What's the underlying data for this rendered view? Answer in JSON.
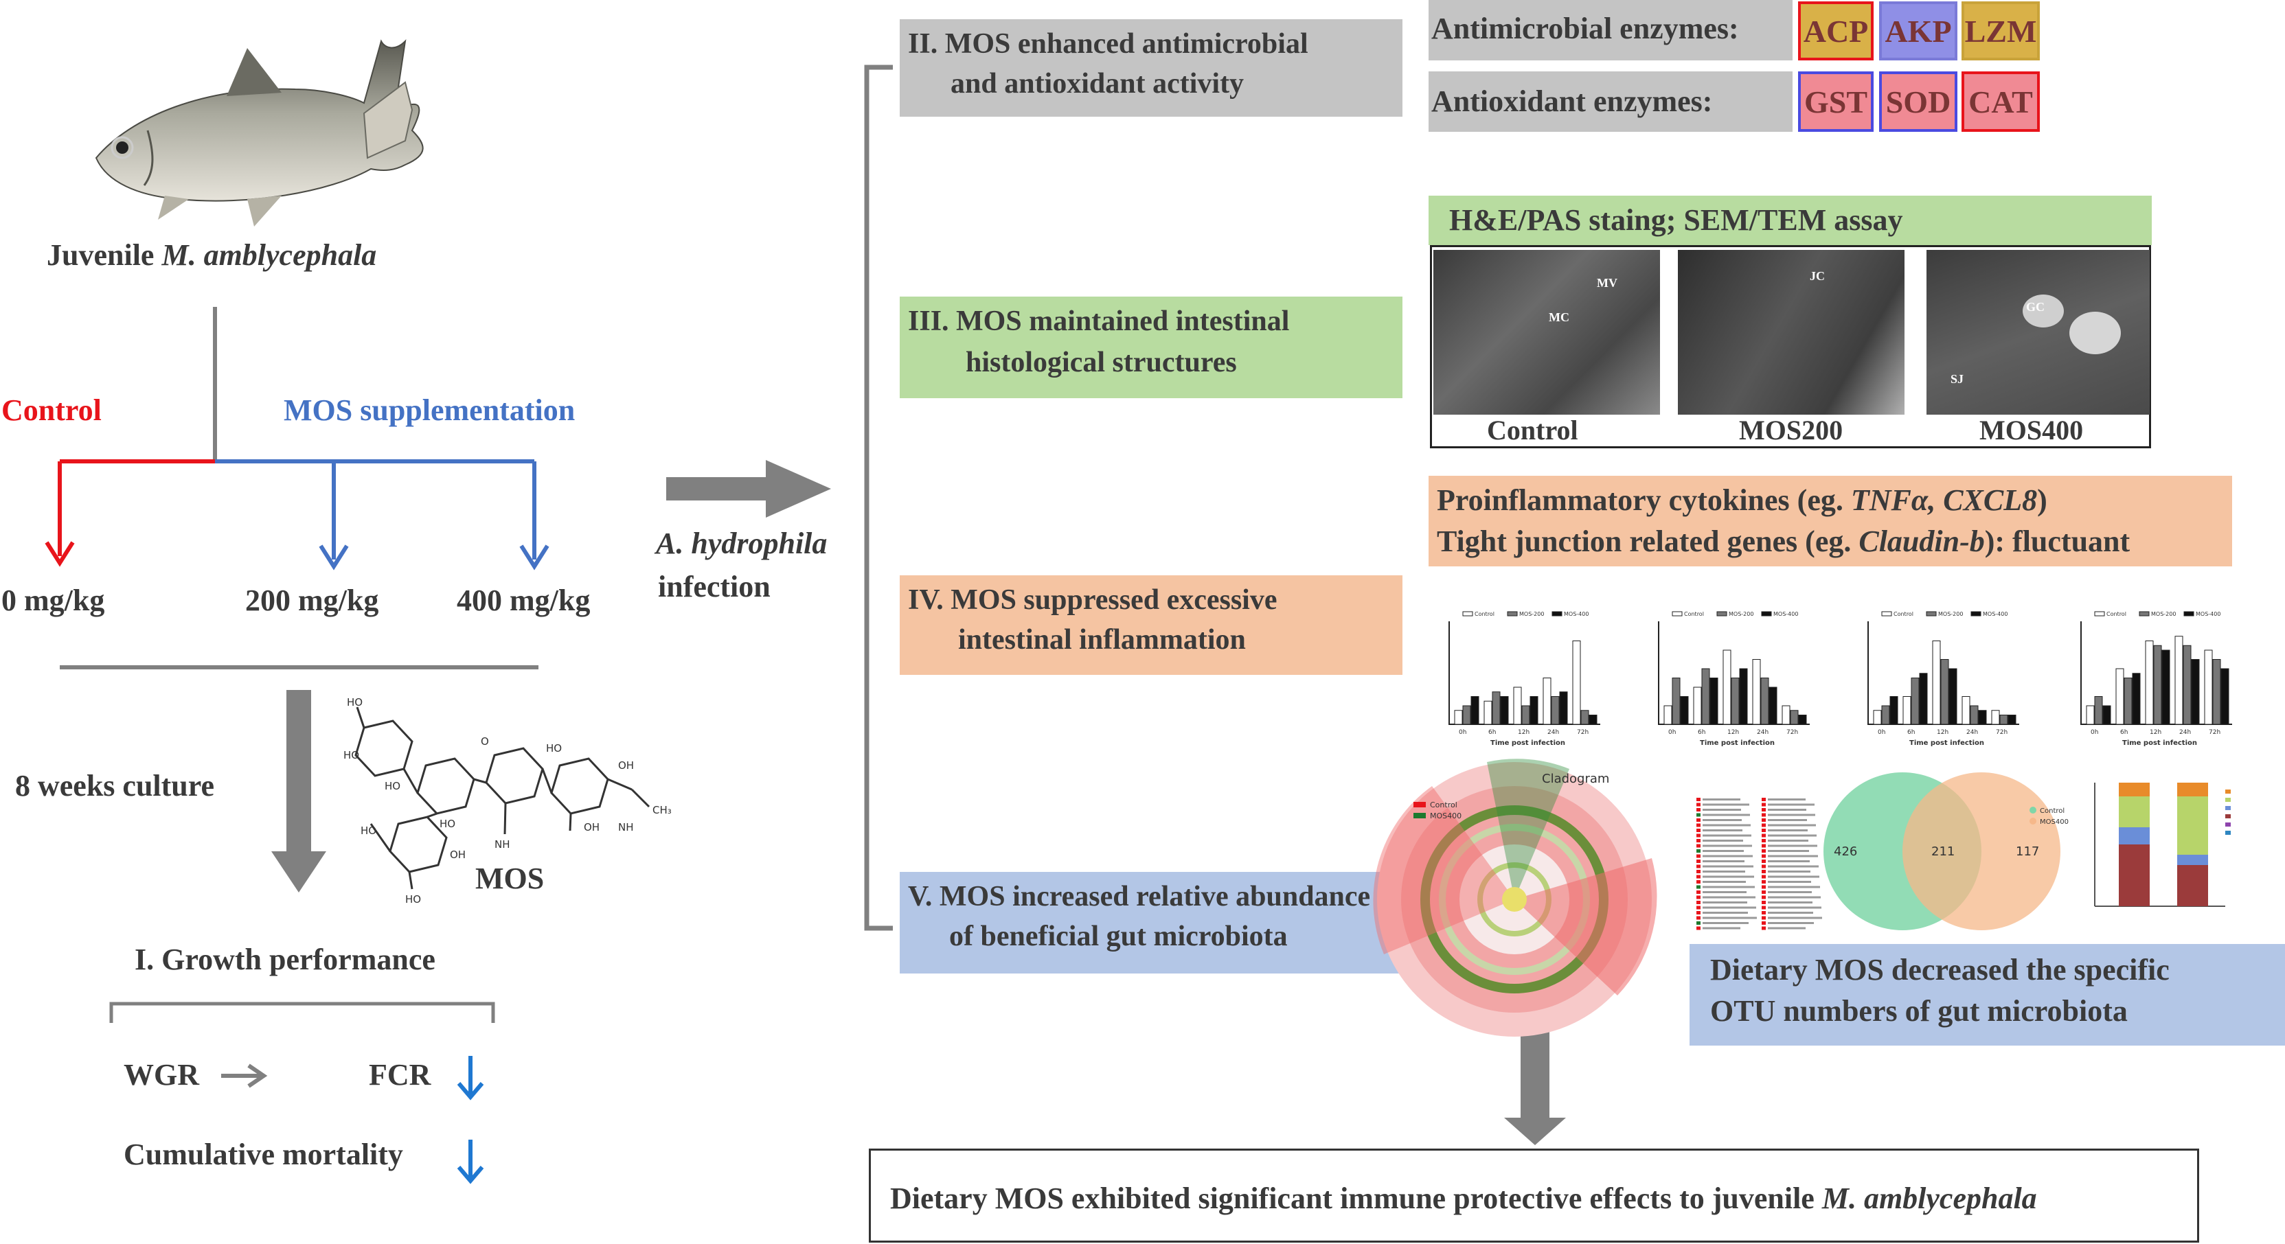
{
  "left": {
    "fish_caption_prefix": "Juvenile",
    "fish_caption_species": "M. amblycephala",
    "control_label": "Control",
    "mos_label": "MOS supplementation",
    "dose_0": "0 mg/kg",
    "dose_200": "200 mg/kg",
    "dose_400": "400 mg/kg",
    "culture_label": "8 weeks culture",
    "mos_molecule_label": "MOS",
    "growth_title": "I. Growth performance",
    "wgr": "WGR",
    "fcr": "FCR",
    "mortality": "Cumulative mortality"
  },
  "infection": {
    "pathogen": "A. hydrophila",
    "word": "infection"
  },
  "section2": {
    "line1": "II. MOS enhanced antimicrobial",
    "line2": "and antioxidant activity",
    "antimicrobial_label": "Antimicrobial enzymes:",
    "antioxidant_label": "Antioxidant enzymes:",
    "antimicrobial_enzymes": [
      "ACP",
      "AKP",
      "LZM"
    ],
    "antioxidant_enzymes": [
      "GST",
      "SOD",
      "CAT"
    ]
  },
  "section3": {
    "line1": "III. MOS maintained intestinal",
    "line2": "histological structures",
    "assay_title": "H&E/PAS staing; SEM/TEM assay",
    "panels": [
      "Control",
      "MOS200",
      "MOS400"
    ],
    "micro_labels": [
      "MV",
      "MC",
      "JC",
      "GC",
      "SJ"
    ]
  },
  "section4": {
    "line1": "IV. MOS suppressed excessive",
    "line2": "intestinal inflammation",
    "cyto_prefix": "Proinflammatory cytokines (eg. ",
    "cyto_genes": "TNFα, CXCL8",
    "cyto_suffix": ")",
    "tj_prefix": "Tight junction related genes (eg. ",
    "tj_gene": "Claudin-b",
    "tj_suffix": "): fluctuant",
    "mini_chart_xlabel": "Time post infection",
    "mini_chart_legend": [
      "Control",
      "MOS-200",
      "MOS-400"
    ],
    "mini_chart_ticks": [
      "0h",
      "6h",
      "12h",
      "24h",
      "72h"
    ]
  },
  "section5": {
    "line1": "V. MOS increased relative abundance",
    "line2": "of beneficial gut microbiota",
    "cladogram_title": "Cladogram",
    "cladogram_legend": [
      "Control",
      "MOS400"
    ],
    "venn_left": "426",
    "venn_mid": "211",
    "venn_right": "117",
    "venn_legend": [
      "Control",
      "MOS400"
    ],
    "otu_line1": "Dietary MOS decreased the specific",
    "otu_line2": "OTU numbers of gut microbiota"
  },
  "conclusion": {
    "prefix": "Dietary MOS exhibited significant immune protective effects to juvenile ",
    "species": "M. amblycephala"
  },
  "colors": {
    "red": "#e8141b",
    "blue": "#4472c4",
    "arrow_blue": "#1f78d1",
    "gray_arrow": "#808080"
  }
}
